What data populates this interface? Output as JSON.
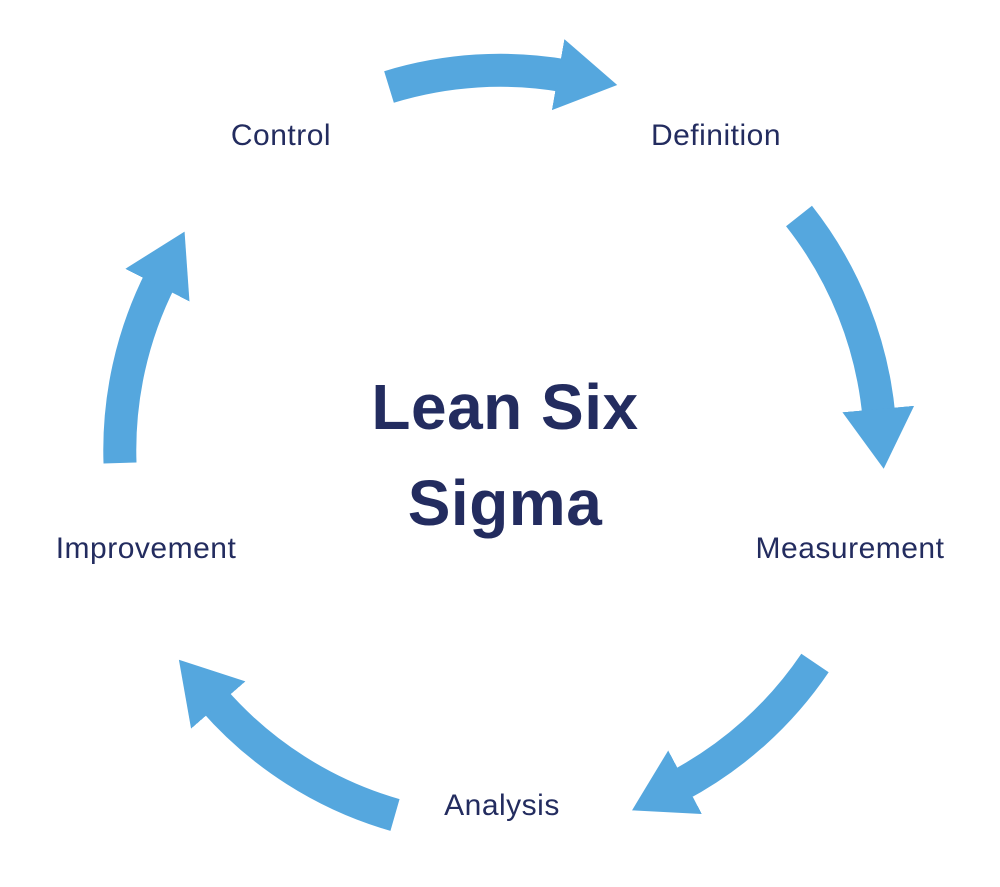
{
  "diagram": {
    "title": {
      "line1": "Lean Six",
      "line2": "Sigma"
    },
    "stages": [
      {
        "label": "Control"
      },
      {
        "label": "Definition"
      },
      {
        "label": "Measurement"
      },
      {
        "label": "Analysis"
      },
      {
        "label": "Improvement"
      }
    ],
    "arrows": [
      {
        "name": "control-to-definition"
      },
      {
        "name": "definition-to-measurement"
      },
      {
        "name": "measurement-to-analysis"
      },
      {
        "name": "analysis-to-improvement"
      },
      {
        "name": "improvement-to-control"
      }
    ],
    "colors": {
      "arrow": "#55a7de",
      "text": "#232c5f",
      "background": "#ffffff"
    }
  }
}
